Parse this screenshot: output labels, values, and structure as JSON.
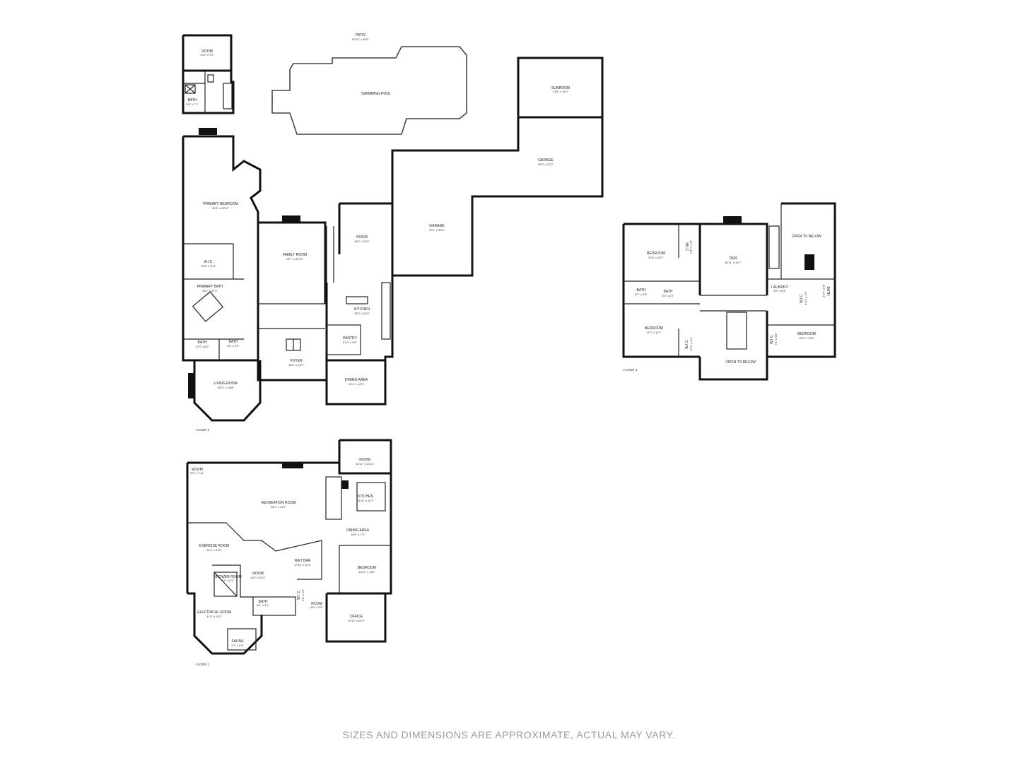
{
  "floors": [
    {
      "id": "floor2",
      "label": "FLOOR 2",
      "rooms": [
        {
          "name": "ROOM",
          "dim": "13'2\" x 9'2\""
        },
        {
          "name": "BATH",
          "dim": "5'6\" x 7'1\""
        },
        {
          "name": "PATIO",
          "dim": "92'11\" x 56'9\""
        },
        {
          "name": "SWIMMING POOL",
          "dim": ""
        },
        {
          "name": "SUNROOM",
          "dim": "23'8\" x 16'2\""
        },
        {
          "name": "GARAGE",
          "dim": "36'3\" x 21'2\""
        },
        {
          "name": "PRIMARY BEDROOM",
          "dim": "20'6\" x 29'10\""
        },
        {
          "name": "FAMILY ROOM",
          "dim": "18'7\" x 28'10\""
        },
        {
          "name": "ROOM",
          "dim": "14'6\" x 20'1\""
        },
        {
          "name": "GARAGE",
          "dim": "22'1\" x 34'4\""
        },
        {
          "name": "W.I.C.",
          "dim": "15'8\" x 9'11\""
        },
        {
          "name": "PRIMARY BATH",
          "dim": "16'1\" x 17'4\""
        },
        {
          "name": "KITCHEN",
          "dim": "18'3\" x 22'5\""
        },
        {
          "name": "PANTRY",
          "dim": "6'10\" x 8'8\""
        },
        {
          "name": "BATH",
          "dim": "10'3\" x 6'0\""
        },
        {
          "name": "BATH",
          "dim": "5'0\" x 5'0\""
        },
        {
          "name": "FOYER",
          "dim": "18'5\" x 13'3\""
        },
        {
          "name": "LIVING ROOM",
          "dim": "16'11\" x 18'8\""
        },
        {
          "name": "DINING AREA",
          "dim": "15'4\" x 12'0\""
        }
      ]
    },
    {
      "id": "floor3",
      "label": "FLOOR 3",
      "rooms": [
        {
          "name": "BEDROOM",
          "dim": "20'6\" x 15'7\""
        },
        {
          "name": "DEN",
          "dim": "18'11\" x 19'7\""
        },
        {
          "name": "OPEN TO BELOW",
          "dim": ""
        },
        {
          "name": "W.I.C.",
          "dim": "10'7\" x 4'5\""
        },
        {
          "name": "BATH",
          "dim": "8'2\" x 6'5\""
        },
        {
          "name": "BATH",
          "dim": "8'6\" x 6'1\""
        },
        {
          "name": "LAUNDRY",
          "dim": "6'9\" x 6'9\""
        },
        {
          "name": "BATH",
          "dim": "11'3\" x 6'4\""
        },
        {
          "name": "W.I.C.",
          "dim": "6'10\" x 5'6\""
        },
        {
          "name": "BEDROOM",
          "dim": "17'2\" x 14'7\""
        },
        {
          "name": "W.I.C.",
          "dim": "10'3\" x 4'2\""
        },
        {
          "name": "OPEN TO BELOW",
          "dim": ""
        },
        {
          "name": "W.I.C.",
          "dim": "7'4\" x 5'8\""
        },
        {
          "name": "BEDROOM",
          "dim": "15'0\" x 12'3\""
        }
      ]
    },
    {
      "id": "floor1",
      "label": "FLOOR 1",
      "rooms": [
        {
          "name": "ROOM",
          "dim": "13'11\" x 10'10\""
        },
        {
          "name": "ROOM",
          "dim": "6'0\" x 7'11\""
        },
        {
          "name": "RECREATION ROOM",
          "dim": "38'1\" x 21'7\""
        },
        {
          "name": "KITCHEN",
          "dim": "13'10\" x 10'7\""
        },
        {
          "name": "DINING AREA",
          "dim": "18'0\" x 7'3\""
        },
        {
          "name": "EXERCISE ROOM",
          "dim": "14'4\" x 12'0\""
        },
        {
          "name": "WET BAR",
          "dim": "17'10\" x 10'4\""
        },
        {
          "name": "BEDROOM",
          "dim": "13'11\" x 13'2\""
        },
        {
          "name": "ROOM",
          "dim": "11'9\" x 20'4\""
        },
        {
          "name": "SHOWER ROOM",
          "dim": "7'3\" x 5'3\""
        },
        {
          "name": "BATH",
          "dim": "8'1\" x 5'1\""
        },
        {
          "name": "W.I.C.",
          "dim": "6'5\" x 2'8\""
        },
        {
          "name": "ROOM",
          "dim": "6'8\" x 5'9\""
        },
        {
          "name": "ELECTRICAL ROOM",
          "dim": "11'9\" x 24'3\""
        },
        {
          "name": "OFFICE",
          "dim": "15'11\" x 12'9\""
        },
        {
          "name": "SAUNA",
          "dim": "9'1\" x 6'6\""
        }
      ]
    }
  ],
  "disclaimer": "SIZES AND DIMENSIONS ARE APPROXIMATE, ACTUAL MAY VARY."
}
